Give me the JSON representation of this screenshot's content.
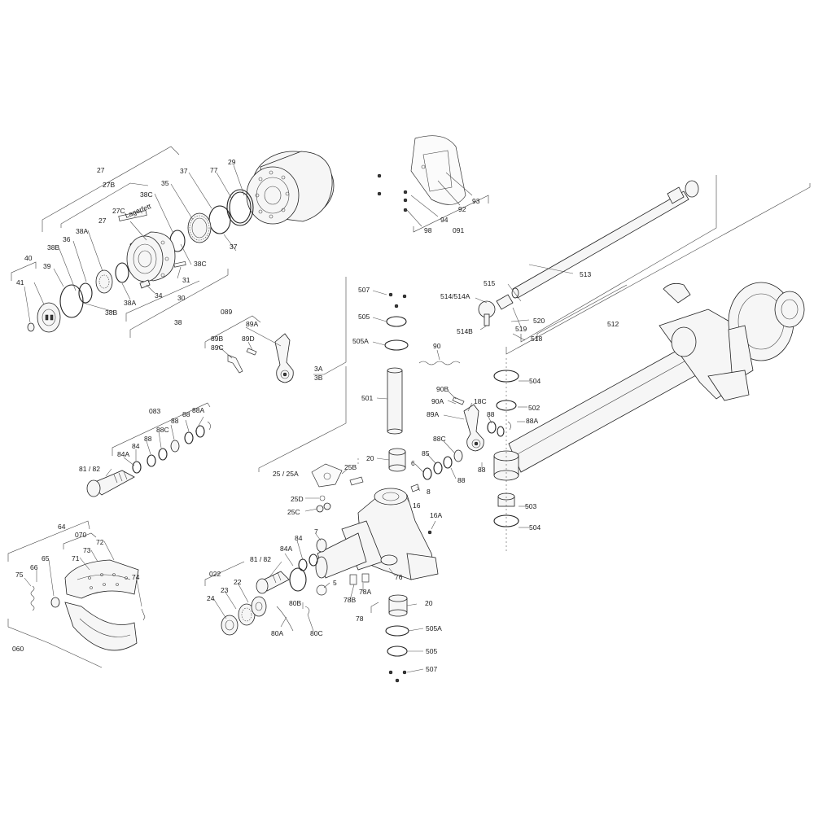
{
  "diagram": {
    "labels": {
      "l27": "27",
      "l27B": "27B",
      "l27C": "27C",
      "l27b": "27",
      "lager": "Lagerfett",
      "l38C": "38C",
      "l35": "35",
      "l37": "37",
      "l77": "77",
      "l29": "29",
      "l38A": "38A",
      "l36": "36",
      "l38B": "38B",
      "l40": "40",
      "l39": "39",
      "l41": "41",
      "l38Bb": "38B",
      "l38Ab": "38A",
      "l34": "34",
      "l31": "31",
      "l30": "30",
      "l38Cb": "38C",
      "l37b": "37",
      "l38": "38",
      "l089": "089",
      "l89B": "89B",
      "l89C": "89C",
      "l89D": "89D",
      "l89A": "89A",
      "l083": "083",
      "l88A": "88A",
      "l88": "88",
      "l88C": "88C",
      "l88b": "88",
      "l84": "84",
      "l84A": "84A",
      "l8182": "81 / 82",
      "l64": "64",
      "l070": "070",
      "l72": "72",
      "l73": "73",
      "l71": "71",
      "l65": "65",
      "l66": "66",
      "l75": "75",
      "l74": "74",
      "l060": "060",
      "l93": "93",
      "l92": "92",
      "l94": "94",
      "l98": "98",
      "l091": "091",
      "l513": "513",
      "l515": "515",
      "l514": "514/514A",
      "l520": "520",
      "l519": "519",
      "l518": "518",
      "l514B": "514B",
      "l512": "512",
      "l507": "507",
      "l505": "505",
      "l505A": "505A",
      "l90": "90",
      "l3A": "3A",
      "l3B": "3B",
      "l501": "501",
      "l504": "504",
      "l502": "502",
      "l90B": "90B",
      "l90A": "90A",
      "l18C": "18C",
      "l89Ab": "89A",
      "l88c2": "88",
      "l88Ab": "88A",
      "l88Cb": "88C",
      "l85": "85",
      "l6": "6",
      "l88d": "88",
      "l88e": "88",
      "l20": "20",
      "l2525A": "25 / 25A",
      "l25B": "25B",
      "l25D": "25D",
      "l25C": "25C",
      "l8": "8",
      "l16": "16",
      "l16A": "16A",
      "l503": "503",
      "l504b": "504",
      "l7": "7",
      "l84b": "84",
      "l84Ab": "84A",
      "l8182b": "81 / 82",
      "l5": "5",
      "l78A": "78A",
      "l78B": "78B",
      "l78": "78",
      "l76": "76",
      "l022": "022",
      "l22": "22",
      "l23": "23",
      "l24": "24",
      "l80B": "80B",
      "l80A": "80A",
      "l80C": "80C",
      "l20b": "20",
      "l505Ab": "505A",
      "l505b": "505",
      "l507b": "507"
    }
  }
}
